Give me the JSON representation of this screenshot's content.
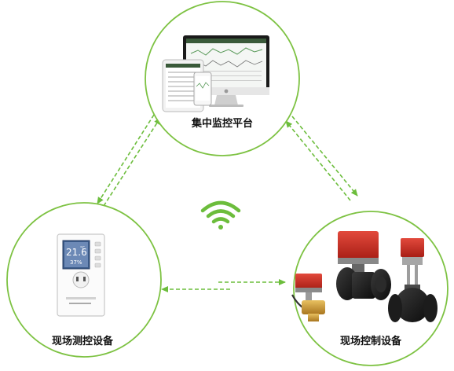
{
  "nodes": {
    "platform": {
      "label": "集中监控平台"
    },
    "sensor": {
      "label": "现场测控设备",
      "reading_temp": "21.6",
      "reading_temp_unit": "°C",
      "reading_hum": "37%"
    },
    "actuator": {
      "label": "现场控制设备"
    }
  },
  "icons": {
    "wireless": "wifi-icon",
    "platform": "computer-monitor-icon",
    "sensor": "thermostat-panel-icon",
    "actuator": "valve-actuator-icon"
  },
  "colors": {
    "circle_stroke": "#7dc242",
    "arrow": "#6cbd3c",
    "wifi": "#6cbd3c"
  }
}
